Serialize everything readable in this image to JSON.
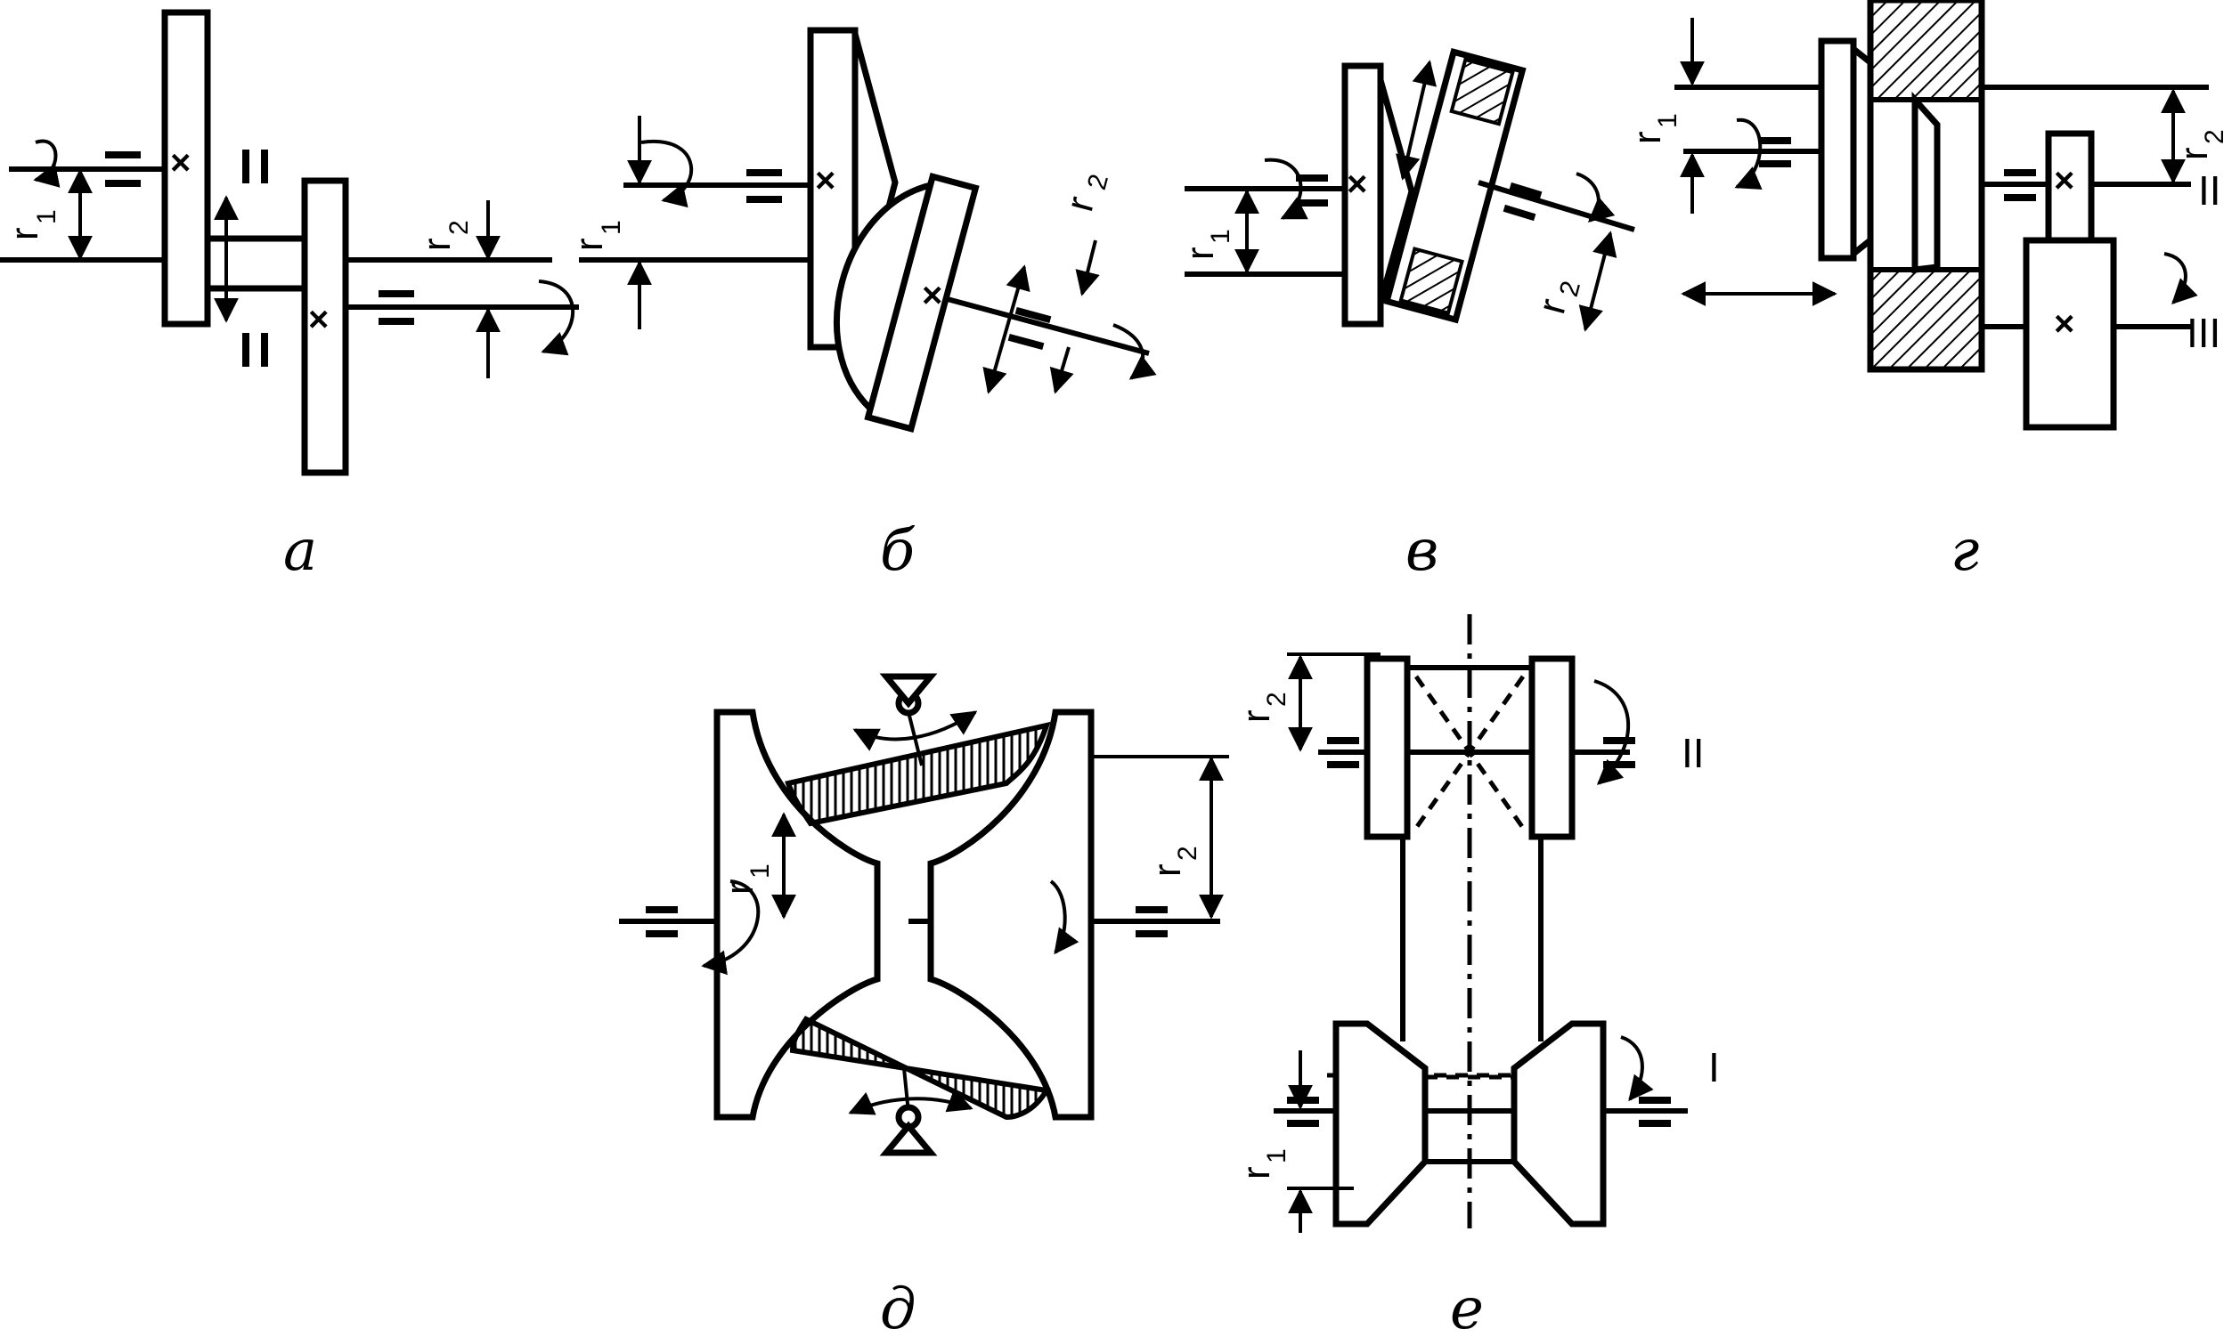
{
  "diagram": {
    "captions": {
      "a": "а",
      "b": "б",
      "v": "в",
      "g": "г",
      "d": "д",
      "e": "е"
    },
    "radius_symbol": "r",
    "radius_sub_1": "1",
    "radius_sub_2": "2",
    "shaft_labels": {
      "I": "I",
      "II": "II",
      "III": "III"
    },
    "axis_mark": "×"
  }
}
